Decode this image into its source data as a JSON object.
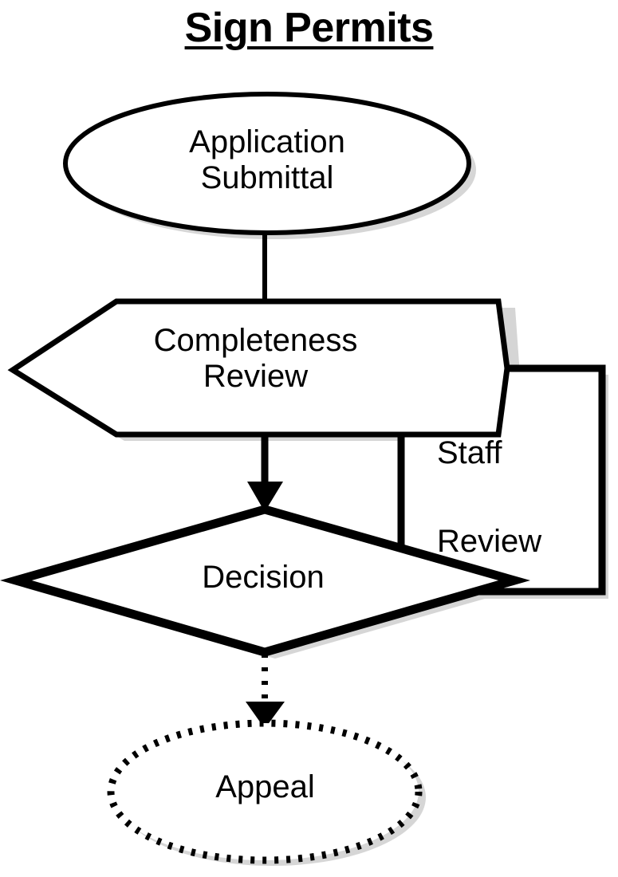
{
  "title": "Sign Permits",
  "diagram": {
    "type": "flowchart",
    "orientation": "top-to-bottom",
    "nodes": [
      {
        "id": "application-submittal",
        "label": "Application\nSubmittal",
        "shape": "ellipse",
        "line_style": "solid",
        "shadow": true
      },
      {
        "id": "completeness-review",
        "label": "Completeness\nReview",
        "shape": "hexagon",
        "line_style": "solid",
        "shadow": true
      },
      {
        "id": "staff-review",
        "label_line1": "Staff",
        "label_line2": "Review",
        "shape": "rectangle",
        "line_style": "solid",
        "shadow": true
      },
      {
        "id": "decision",
        "label": "Decision",
        "shape": "diamond",
        "line_style": "solid",
        "shadow": true
      },
      {
        "id": "appeal",
        "label": "Appeal",
        "shape": "ellipse",
        "line_style": "dotted",
        "shadow": true
      }
    ],
    "edges": [
      {
        "id": "edge-application-to-completeness",
        "from": "application-submittal",
        "to": "completeness-review",
        "style": "solid",
        "arrowhead": false
      },
      {
        "id": "edge-completeness-to-decision",
        "from": "completeness-review",
        "to": "decision",
        "style": "solid",
        "arrowhead": true
      },
      {
        "id": "edge-decision-to-appeal",
        "from": "decision",
        "to": "appeal",
        "style": "dotted",
        "arrowhead": true
      }
    ]
  },
  "colors": {
    "stroke": "#000000",
    "fill": "#ffffff",
    "shadow": "#b0b0b0",
    "background": "#ffffff"
  }
}
